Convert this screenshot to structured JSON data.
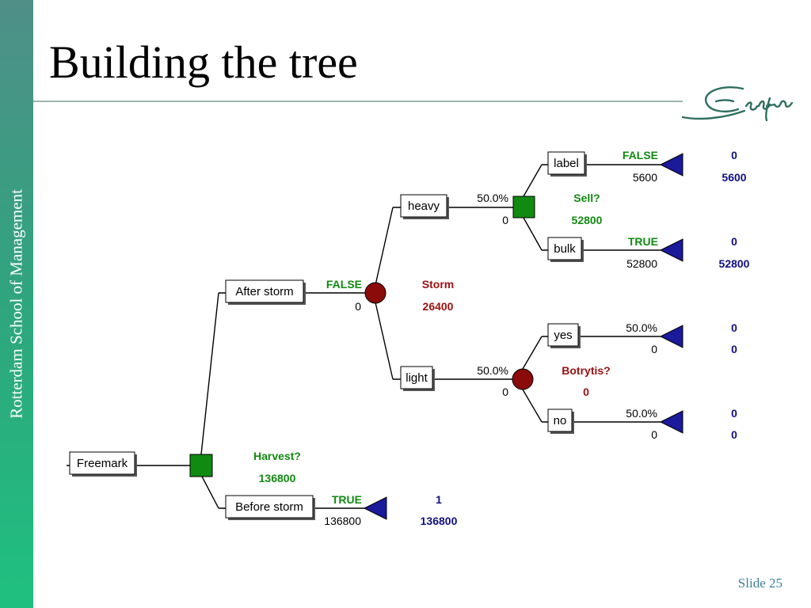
{
  "slide": {
    "title": "Building the tree",
    "sidebar_text": "Rotterdam School of Management",
    "slide_number": "Slide 25",
    "logo_icon": "erasmus-signature-logo"
  },
  "tree": {
    "root": {
      "label": "Freemark"
    },
    "harvest": {
      "name": "Harvest?",
      "value": "136800"
    },
    "after_storm": {
      "label": "After storm",
      "flag": "FALSE",
      "value": "0",
      "chance": {
        "name": "Storm",
        "value": "26400"
      }
    },
    "before_storm": {
      "label": "Before storm",
      "flag": "TRUE",
      "value": "136800",
      "prob": "1",
      "payoff": "136800"
    },
    "heavy": {
      "label": "heavy",
      "prob": "50.0%",
      "value": "0",
      "decision": {
        "name": "Sell?",
        "value": "52800"
      },
      "label_branch": {
        "label": "label",
        "flag": "FALSE",
        "value": "5600",
        "prob": "0",
        "payoff": "5600"
      },
      "bulk_branch": {
        "label": "bulk",
        "flag": "TRUE",
        "value": "52800",
        "prob": "0",
        "payoff": "52800"
      }
    },
    "light": {
      "label": "light",
      "prob": "50.0%",
      "value": "0",
      "chance": {
        "name": "Botrytis?",
        "value": "0"
      },
      "yes_branch": {
        "label": "yes",
        "prob_pct": "50.0%",
        "value": "0",
        "prob": "0",
        "payoff": "0"
      },
      "no_branch": {
        "label": "no",
        "prob_pct": "50.0%",
        "value": "0",
        "prob": "0",
        "payoff": "0"
      }
    }
  },
  "colors": {
    "decision": "#118a11",
    "chance": "#8b0a0a",
    "terminal": "#1a1a9a",
    "sidebar": "#2fa57e"
  }
}
